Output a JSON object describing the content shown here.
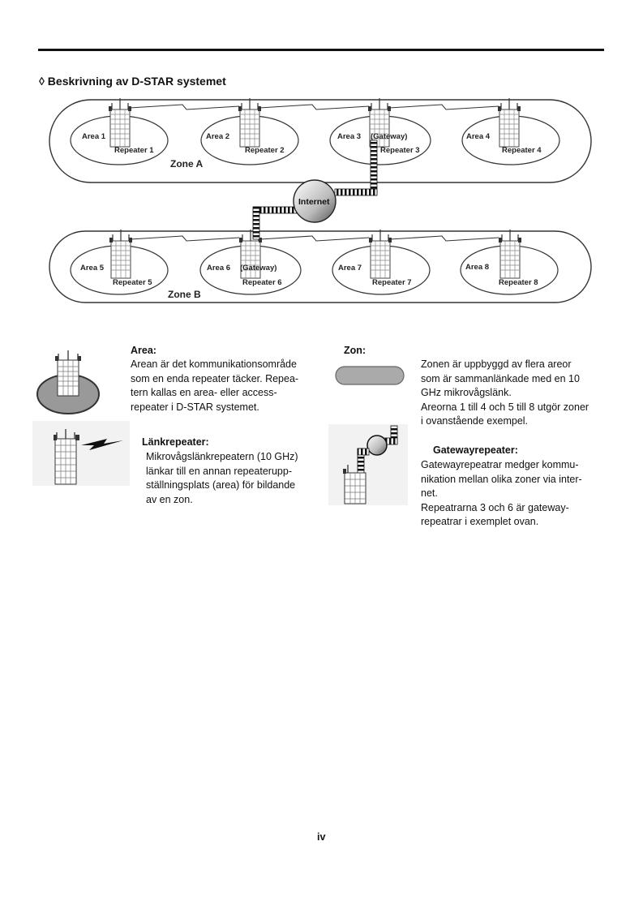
{
  "heading": "◊ Beskrivning av D-STAR systemet",
  "diagram": {
    "zones": [
      "Zone A",
      "Zone B"
    ],
    "internet_label": "Internet",
    "areas": [
      {
        "area": "Area 1",
        "repeater": "Repeater 1"
      },
      {
        "area": "Area 2",
        "repeater": "Repeater 2"
      },
      {
        "area": "Area 3",
        "gateway": "(Gateway)",
        "repeater": "Repeater 3"
      },
      {
        "area": "Area 4",
        "repeater": "Repeater 4"
      },
      {
        "area": "Area 5",
        "repeater": "Repeater 5"
      },
      {
        "area": "Area 6",
        "gateway": "(Gateway)",
        "repeater": "Repeater 6"
      },
      {
        "area": "Area 7",
        "repeater": "Repeater 7"
      },
      {
        "area": "Area 8",
        "repeater": "Repeater 8"
      }
    ]
  },
  "legend": {
    "area": {
      "title": "Area:",
      "lines": [
        "Arean är det kommunikationsområde",
        "som en enda repeater täcker. Repea-",
        "tern kallas en area- eller access-",
        "repeater i D-STAR systemet."
      ]
    },
    "zon": {
      "title": "Zon:",
      "lines": [
        "Zonen är uppbyggd av flera areor",
        "som är sammanlänkade med en 10",
        "GHz mikrovågslänk.",
        "Areorna 1 till 4 och 5 till 8 utgör zoner",
        "i ovanstående exempel."
      ]
    },
    "link": {
      "title": "Länkrepeater:",
      "lines": [
        "Mikrovågslänkrepeatern (10 GHz)",
        "länkar till en annan repeaterupp-",
        "ställningsplats (area) för bildande",
        "av en zon."
      ]
    },
    "gateway": {
      "title": "Gatewayrepeater:",
      "lines": [
        "Gatewayrepeatrar medger kommu-",
        "nikation mellan olika zoner via inter-",
        "net.",
        "Repeatrarna 3 och 6 är gateway-",
        "repeatrar i exemplet ovan."
      ]
    }
  },
  "page_number": "iv"
}
